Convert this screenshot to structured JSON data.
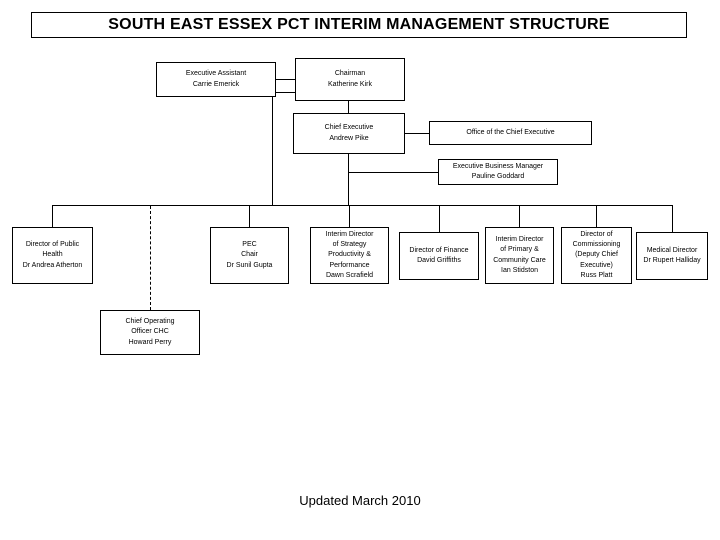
{
  "page": {
    "title": "SOUTH EAST ESSEX PCT INTERIM MANAGEMENT STRUCTURE",
    "footer": "Updated March 2010",
    "background_color": "#ffffff",
    "line_color": "#000000",
    "text_color": "#000000"
  },
  "chart_data": {
    "type": "diagram",
    "diagram_type": "organisational-hierarchy",
    "title": "SOUTH EAST ESSEX PCT INTERIM MANAGEMENT STRUCTURE",
    "footer": "Updated March 2010",
    "nodes": [
      {
        "id": "executive-assistant",
        "lines": [
          "Executive Assistant",
          "Carrie Emerick"
        ],
        "role": "Executive Assistant",
        "person": "Carrie Emerick"
      },
      {
        "id": "chairman",
        "lines": [
          "Chairman",
          "Katherine Kirk"
        ],
        "role": "Chairman",
        "person": "Katherine Kirk"
      },
      {
        "id": "chief-executive",
        "lines": [
          "Chief Executive",
          "Andrew Pike"
        ],
        "role": "Chief Executive",
        "person": "Andrew Pike"
      },
      {
        "id": "office-of-chief-executive",
        "lines": [
          "Office of the Chief Executive"
        ],
        "role": "Office of the Chief Executive",
        "person": ""
      },
      {
        "id": "executive-business-manager",
        "lines": [
          "Executive Business Manager",
          "Pauline Goddard"
        ],
        "role": "Executive Business Manager",
        "person": "Pauline Goddard"
      },
      {
        "id": "director-public-health",
        "lines": [
          "Director of Public",
          "Health",
          "Dr Andrea Atherton"
        ],
        "role": "Director of Public Health",
        "person": "Dr Andrea Atherton"
      },
      {
        "id": "pec-chair",
        "lines": [
          "PEC",
          "Chair",
          "Dr Sunil Gupta"
        ],
        "role": "PEC Chair",
        "person": "Dr Sunil Gupta"
      },
      {
        "id": "interim-director-strategy",
        "lines": [
          "Interim Director",
          "of Strategy",
          "Productivity &",
          "Performance",
          "Dawn Scrafield"
        ],
        "role": "Interim Director of Strategy Productivity & Performance",
        "person": "Dawn Scrafield"
      },
      {
        "id": "director-finance",
        "lines": [
          "Director of Finance",
          "David Griffiths"
        ],
        "role": "Director of Finance",
        "person": "David Griffiths"
      },
      {
        "id": "interim-director-primary-community-care",
        "lines": [
          "Interim Director",
          "of Primary &",
          "Community Care",
          "Ian Stidston"
        ],
        "role": "Interim Director of Primary & Community Care",
        "person": "Ian Stidston"
      },
      {
        "id": "director-commissioning",
        "lines": [
          "Director of",
          "Commissioning",
          "(Deputy Chief",
          "Executive)",
          "Russ Platt"
        ],
        "role": "Director of Commissioning (Deputy Chief Executive)",
        "person": "Russ Platt"
      },
      {
        "id": "medical-director",
        "lines": [
          "Medical Director",
          "Dr Rupert Halliday"
        ],
        "role": "Medical Director",
        "person": "Dr Rupert Halliday"
      },
      {
        "id": "chief-operating-officer-chc",
        "lines": [
          "Chief Operating",
          "Officer CHC",
          "Howard Perry"
        ],
        "role": "Chief Operating Officer CHC",
        "person": "Howard Perry"
      }
    ],
    "edges": [
      {
        "from": "executive-assistant",
        "to": "chairman",
        "style": "solid"
      },
      {
        "from": "chairman",
        "to": "chief-executive",
        "style": "solid"
      },
      {
        "from": "chief-executive",
        "to": "office-of-chief-executive",
        "style": "solid"
      },
      {
        "from": "chief-executive",
        "to": "executive-business-manager",
        "style": "solid"
      },
      {
        "from": "chairman",
        "to": "management-bus",
        "style": "solid"
      },
      {
        "from": "chief-executive",
        "to": "management-bus",
        "style": "solid"
      },
      {
        "from": "management-bus",
        "to": "director-public-health",
        "style": "solid"
      },
      {
        "from": "management-bus",
        "to": "pec-chair",
        "style": "solid"
      },
      {
        "from": "management-bus",
        "to": "interim-director-strategy",
        "style": "solid"
      },
      {
        "from": "management-bus",
        "to": "director-finance",
        "style": "solid"
      },
      {
        "from": "management-bus",
        "to": "interim-director-primary-community-care",
        "style": "solid"
      },
      {
        "from": "management-bus",
        "to": "director-commissioning",
        "style": "solid"
      },
      {
        "from": "management-bus",
        "to": "medical-director",
        "style": "solid"
      },
      {
        "from": "management-bus",
        "to": "chief-operating-officer-chc",
        "style": "dashed"
      }
    ]
  }
}
